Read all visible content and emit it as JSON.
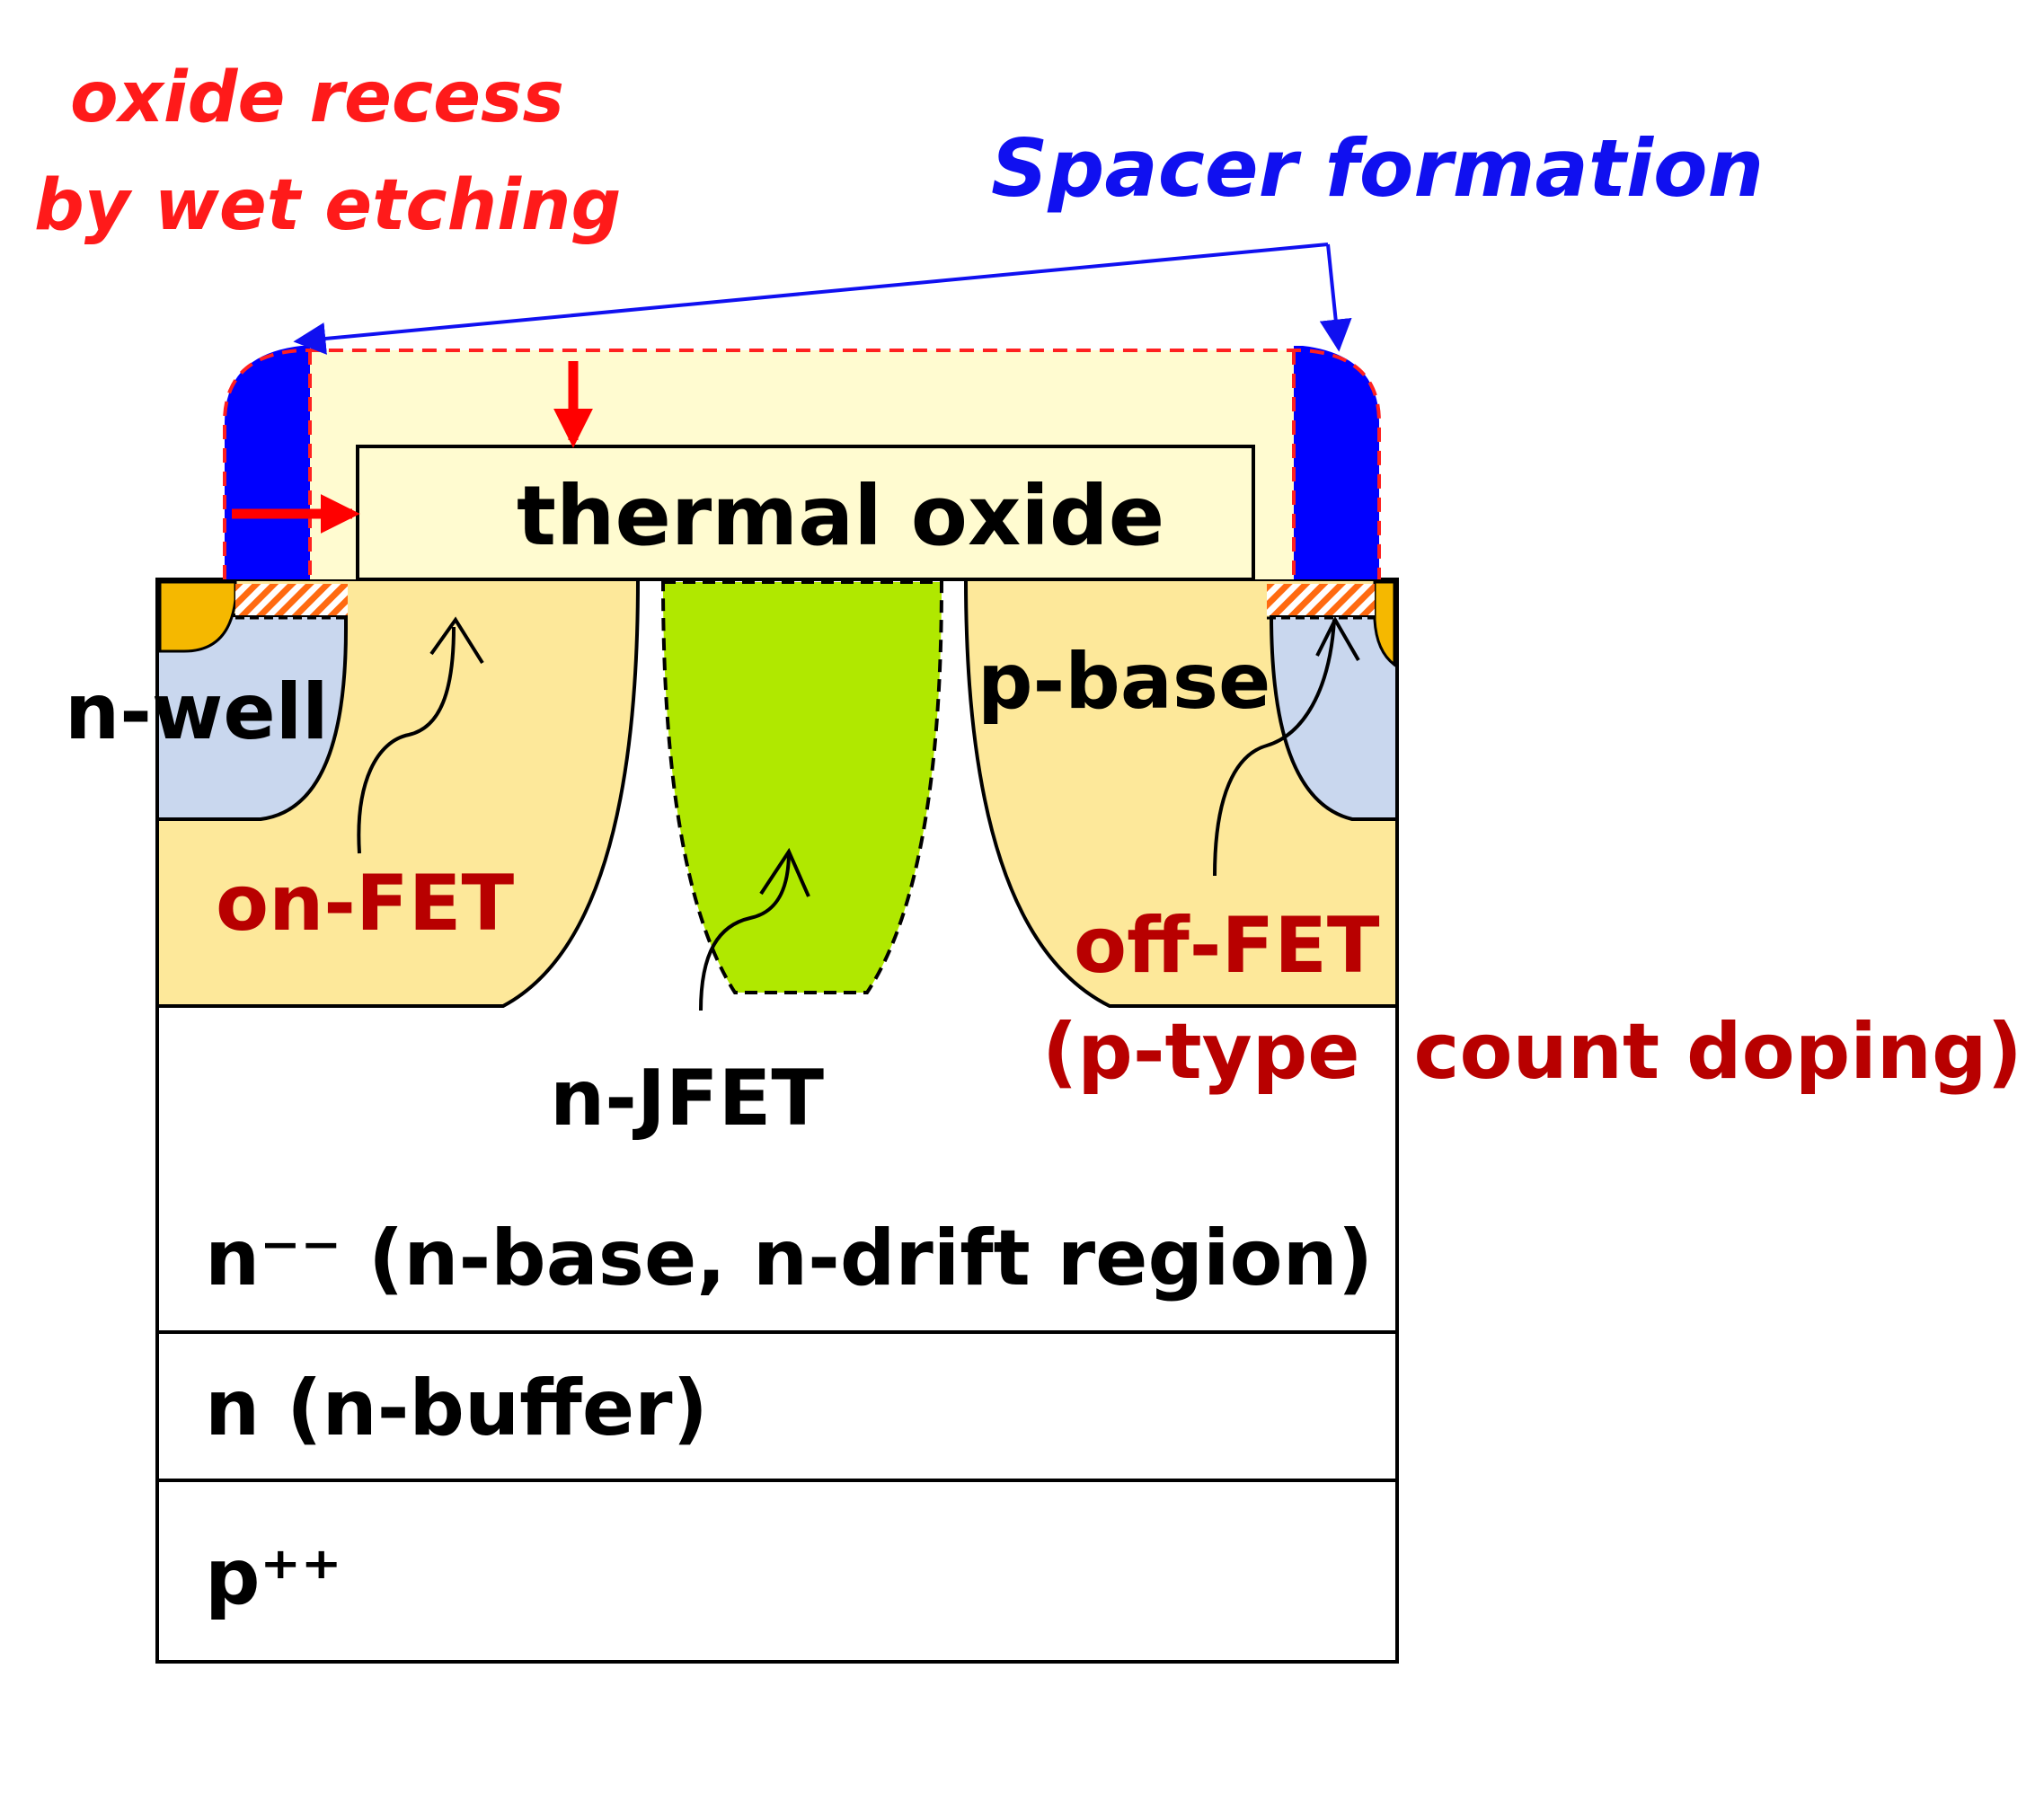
{
  "annotations": {
    "recess_line1": "oxide recess",
    "recess_line2": "by wet etching",
    "spacer": "Spacer formation"
  },
  "regions": {
    "thermal_oxide": "thermal oxide",
    "n_well": "n-well",
    "p_base": "p-base",
    "on_fet": "on-FET",
    "off_fet": "off-FET",
    "counter_doping": "(p-type  count doping)",
    "n_jfet": "n-JFET",
    "drift": "n⁻⁻ (n-base, n-drift region)",
    "buffer": "n (n-buffer)",
    "substrate": "p⁺⁺"
  },
  "colors": {
    "recess_red": "#ff1a1a",
    "spacer_blue": "#1010f0",
    "fet_darkred": "#b80000",
    "spacer_fill": "#0000ff",
    "oxide_fill": "#fffbd0",
    "p_base_fill": "#fde89a",
    "n_well_fill": "#c9d7ee",
    "jfet_fill": "#b0e800",
    "contact_fill": "#f5b800",
    "hatch_color": "#ff6a10"
  }
}
